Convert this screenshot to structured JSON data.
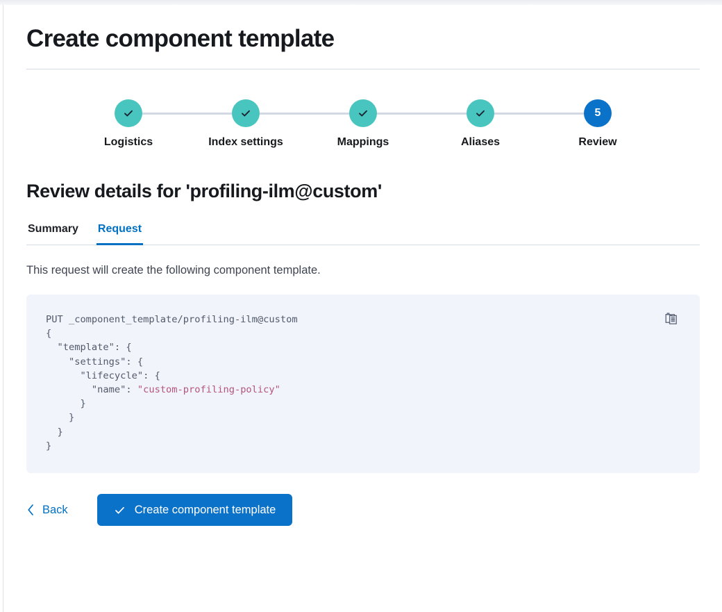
{
  "header": {
    "title": "Create component template"
  },
  "steps": {
    "items": [
      {
        "label": "Logistics",
        "number": "1",
        "state": "done",
        "icon": "check-icon"
      },
      {
        "label": "Index settings",
        "number": "2",
        "state": "done",
        "icon": "check-icon"
      },
      {
        "label": "Mappings",
        "number": "3",
        "state": "done",
        "icon": "check-icon"
      },
      {
        "label": "Aliases",
        "number": "4",
        "state": "done",
        "icon": "check-icon"
      },
      {
        "label": "Review",
        "number": "5",
        "state": "current",
        "icon": ""
      }
    ],
    "colors": {
      "done": "#49c5bf",
      "current": "#0b72c9",
      "connector": "#d2d9e5"
    }
  },
  "review": {
    "section_title": "Review details for 'profiling-ilm@custom'",
    "tabs": [
      {
        "label": "Summary",
        "active": false
      },
      {
        "label": "Request",
        "active": true
      }
    ],
    "lead_text": "This request will create the following component template.",
    "request": {
      "method_line": "PUT _component_template/profiling-ilm@custom",
      "body_lines": [
        {
          "text": "{"
        },
        {
          "text": "  \"template\": {"
        },
        {
          "text": "    \"settings\": {"
        },
        {
          "text": "      \"lifecycle\": {"
        },
        {
          "text": "        \"name\": ",
          "value": "\"custom-profiling-policy\""
        },
        {
          "text": "      }"
        },
        {
          "text": "    }"
        },
        {
          "text": "  }"
        },
        {
          "text": "}"
        }
      ],
      "copy_icon": "copy-clipboard-icon",
      "background": "#f1f4fb",
      "string_color": "#b5547b"
    }
  },
  "footer": {
    "back_label": "Back",
    "back_icon": "chevron-left-icon",
    "submit_label": "Create component template",
    "submit_icon": "check-icon",
    "submit_color": "#0b72c9"
  }
}
